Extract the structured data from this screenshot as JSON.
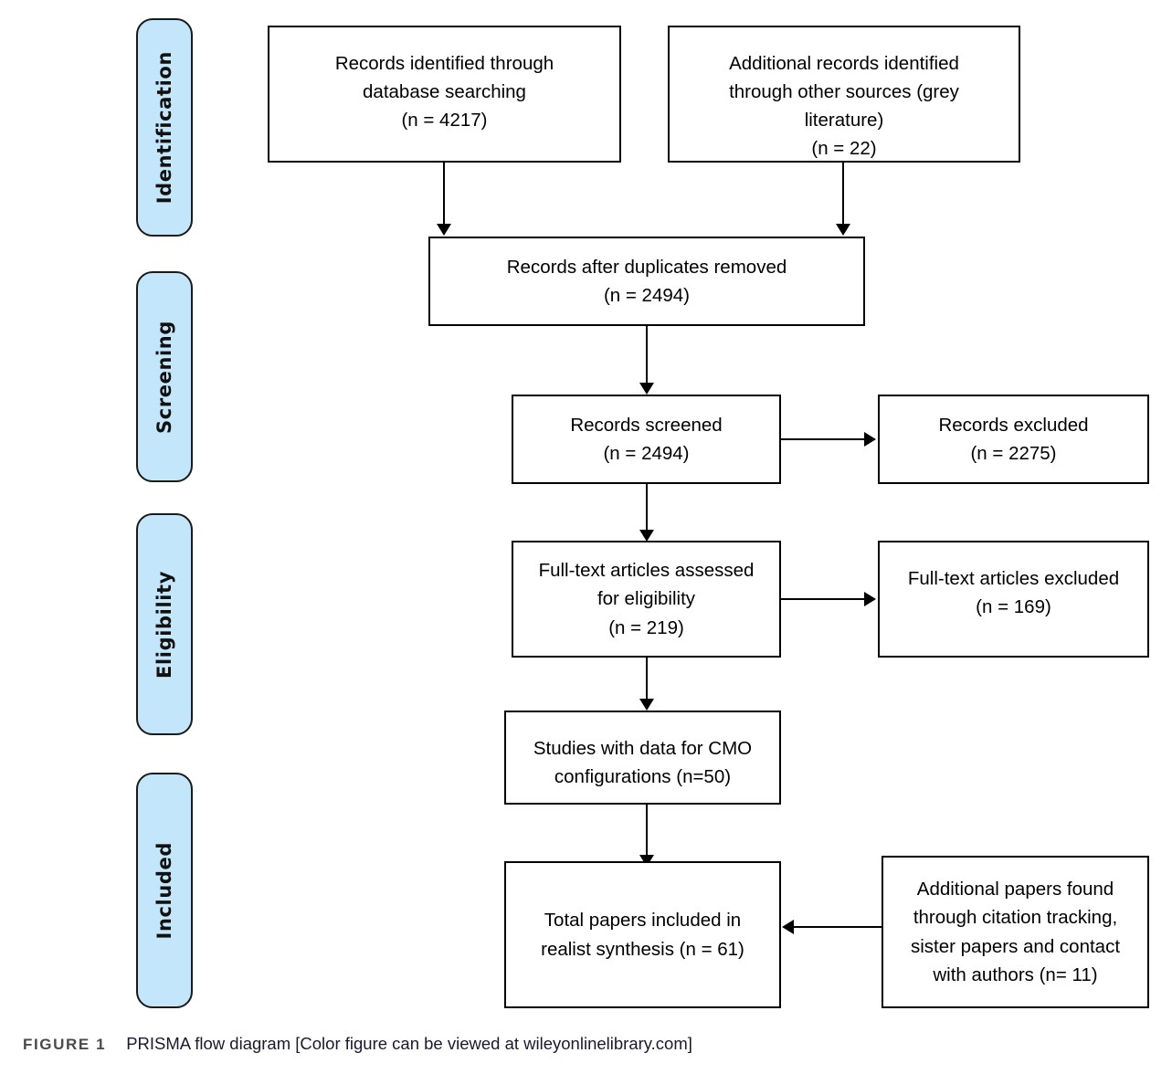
{
  "figure": {
    "caption_label": "FIGURE 1",
    "caption_text": "PRISMA flow diagram [Color figure can be viewed at wileyonlinelibrary.com]"
  },
  "colors": {
    "stage_fill": "#C4E6FA",
    "stage_border": "#1A1A1A",
    "box_border": "#000000",
    "connector": "#000000",
    "caption_label": "#4A4A4A"
  },
  "stages": [
    {
      "id": "identification",
      "label": "Identification"
    },
    {
      "id": "screening",
      "label": "Screening"
    },
    {
      "id": "eligibility",
      "label": "Eligibility"
    },
    {
      "id": "included",
      "label": "Included"
    }
  ],
  "boxes": {
    "records_identified": {
      "text": "Records identified through\ndatabase searching\n(n = 4217)"
    },
    "additional_records": {
      "text": "Additional records identified\nthrough other sources (grey\nliterature)\n(n = 22)"
    },
    "duplicates_removed": {
      "text": "Records after duplicates removed\n(n = 2494)"
    },
    "records_screened": {
      "text": "Records screened\n(n = 2494)"
    },
    "records_excluded": {
      "text": "Records excluded\n(n = 2275)"
    },
    "fulltext_assessed": {
      "text": "Full-text articles assessed\nfor eligibility\n(n = 219)"
    },
    "fulltext_excluded": {
      "text": "Full-text articles excluded\n(n = 169)"
    },
    "cmo_studies": {
      "text": "Studies with data for CMO\nconfigurations (n=50)"
    },
    "total_included": {
      "text": "Total papers included in\nrealist synthesis (n = 61)"
    },
    "additional_papers": {
      "text": "Additional papers found\nthrough citation tracking,\nsister papers and contact\nwith authors (n= 11)"
    }
  },
  "chart_data": {
    "type": "diagram",
    "title": "PRISMA flow diagram",
    "nodes": [
      {
        "id": "records_identified",
        "stage": "Identification",
        "label": "Records identified through database searching",
        "n": 4217
      },
      {
        "id": "additional_records",
        "stage": "Identification",
        "label": "Additional records identified through other sources (grey literature)",
        "n": 22
      },
      {
        "id": "duplicates_removed",
        "stage": "Screening",
        "label": "Records after duplicates removed",
        "n": 2494
      },
      {
        "id": "records_screened",
        "stage": "Screening",
        "label": "Records screened",
        "n": 2494
      },
      {
        "id": "records_excluded",
        "stage": "Screening",
        "label": "Records excluded",
        "n": 2275
      },
      {
        "id": "fulltext_assessed",
        "stage": "Eligibility",
        "label": "Full-text articles assessed for eligibility",
        "n": 219
      },
      {
        "id": "fulltext_excluded",
        "stage": "Eligibility",
        "label": "Full-text articles excluded",
        "n": 169
      },
      {
        "id": "cmo_studies",
        "stage": "Eligibility",
        "label": "Studies with data for CMO configurations",
        "n": 50
      },
      {
        "id": "total_included",
        "stage": "Included",
        "label": "Total papers included in realist synthesis",
        "n": 61
      },
      {
        "id": "additional_papers",
        "stage": "Included",
        "label": "Additional papers found through citation tracking, sister papers and contact with authors",
        "n": 11
      }
    ],
    "edges": [
      {
        "from": "records_identified",
        "to": "duplicates_removed",
        "direction": "down"
      },
      {
        "from": "additional_records",
        "to": "duplicates_removed",
        "direction": "down"
      },
      {
        "from": "duplicates_removed",
        "to": "records_screened",
        "direction": "down"
      },
      {
        "from": "records_screened",
        "to": "records_excluded",
        "direction": "right"
      },
      {
        "from": "records_screened",
        "to": "fulltext_assessed",
        "direction": "down"
      },
      {
        "from": "fulltext_assessed",
        "to": "fulltext_excluded",
        "direction": "right"
      },
      {
        "from": "fulltext_assessed",
        "to": "cmo_studies",
        "direction": "down"
      },
      {
        "from": "cmo_studies",
        "to": "total_included",
        "direction": "down"
      },
      {
        "from": "additional_papers",
        "to": "total_included",
        "direction": "left"
      }
    ]
  }
}
